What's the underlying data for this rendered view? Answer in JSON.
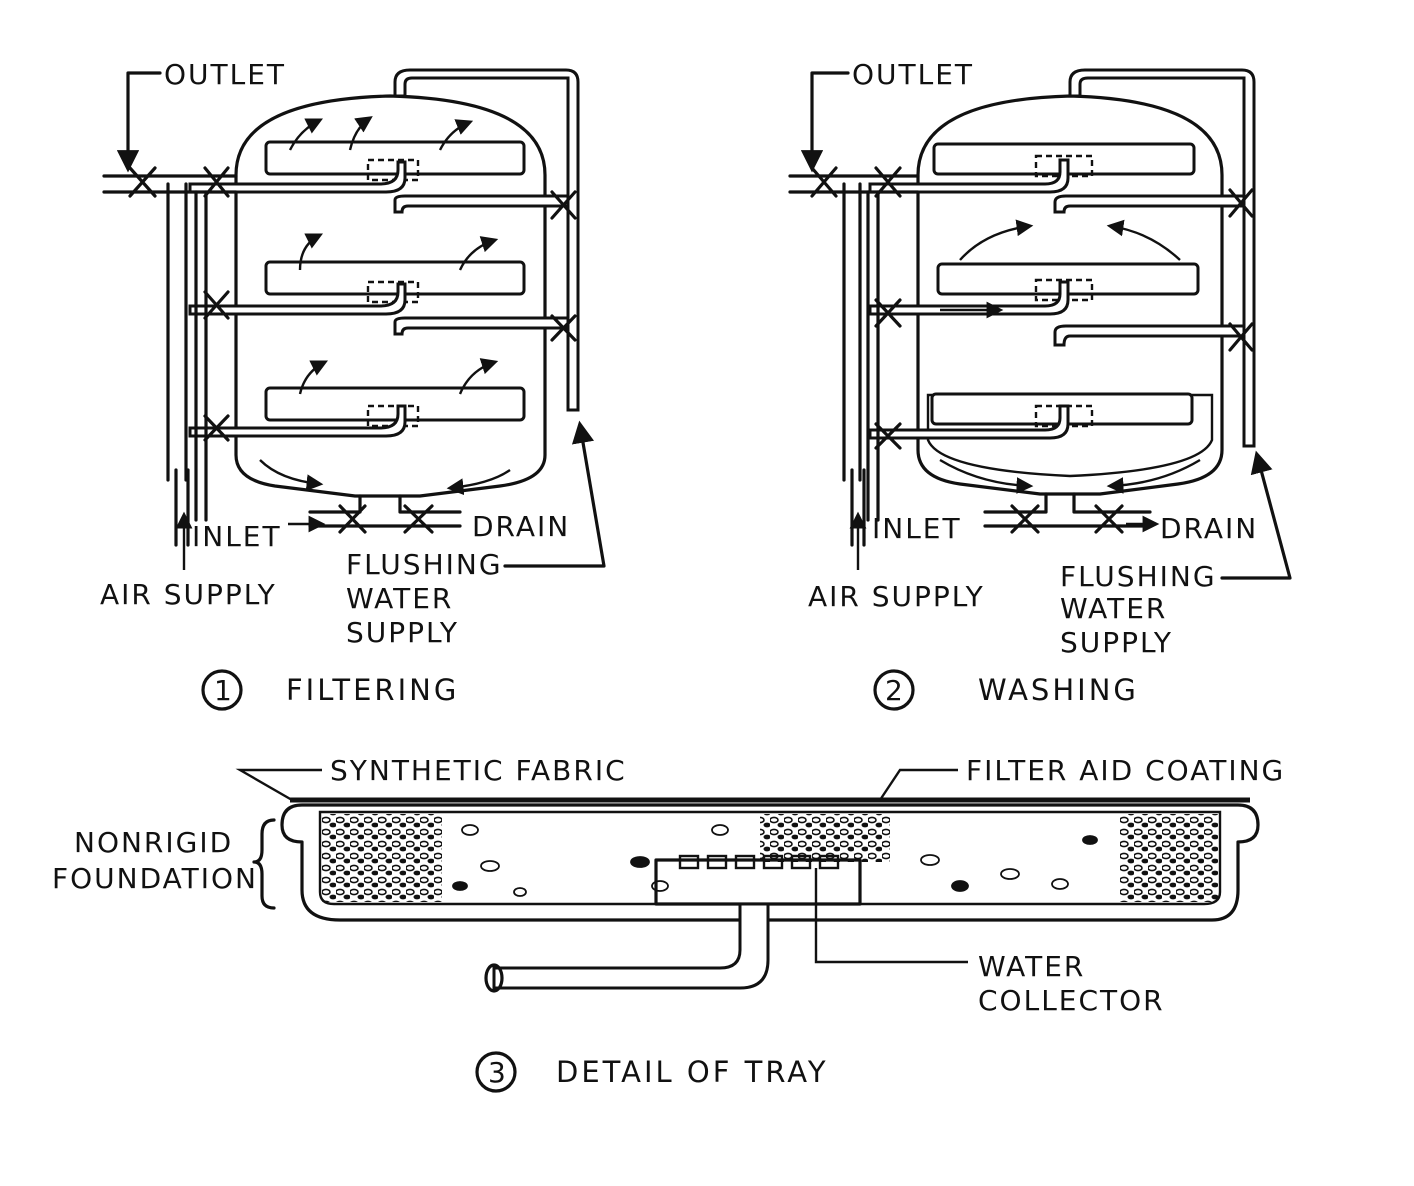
{
  "panel1": {
    "outlet": "OUTLET",
    "inlet": "INLET",
    "drain": "DRAIN",
    "air_supply": "AIR SUPPLY",
    "flushing_water_supply": [
      "FLUSHING",
      "WATER",
      "SUPPLY"
    ],
    "number": "1",
    "caption": "FILTERING"
  },
  "panel2": {
    "outlet": "OUTLET",
    "inlet": "INLET",
    "drain": "DRAIN",
    "air_supply": "AIR SUPPLY",
    "flushing_water_supply": [
      "FLUSHING",
      "WATER",
      "SUPPLY"
    ],
    "number": "2",
    "caption": "WASHING"
  },
  "panel3": {
    "synthetic_fabric": "SYNTHETIC FABRIC",
    "filter_aid_coating": "FILTER AID COATING",
    "nonrigid_foundation": [
      "NONRIGID",
      "FOUNDATION"
    ],
    "water_collector": [
      "WATER",
      "COLLECTOR"
    ],
    "number": "3",
    "caption": "DETAIL OF TRAY"
  }
}
